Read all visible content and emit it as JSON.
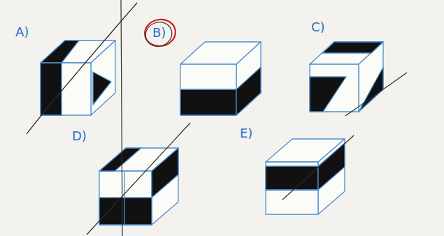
{
  "diagram": {
    "labels": [
      "A)",
      "B)",
      "C)",
      "D)",
      "E)"
    ]
  }
}
